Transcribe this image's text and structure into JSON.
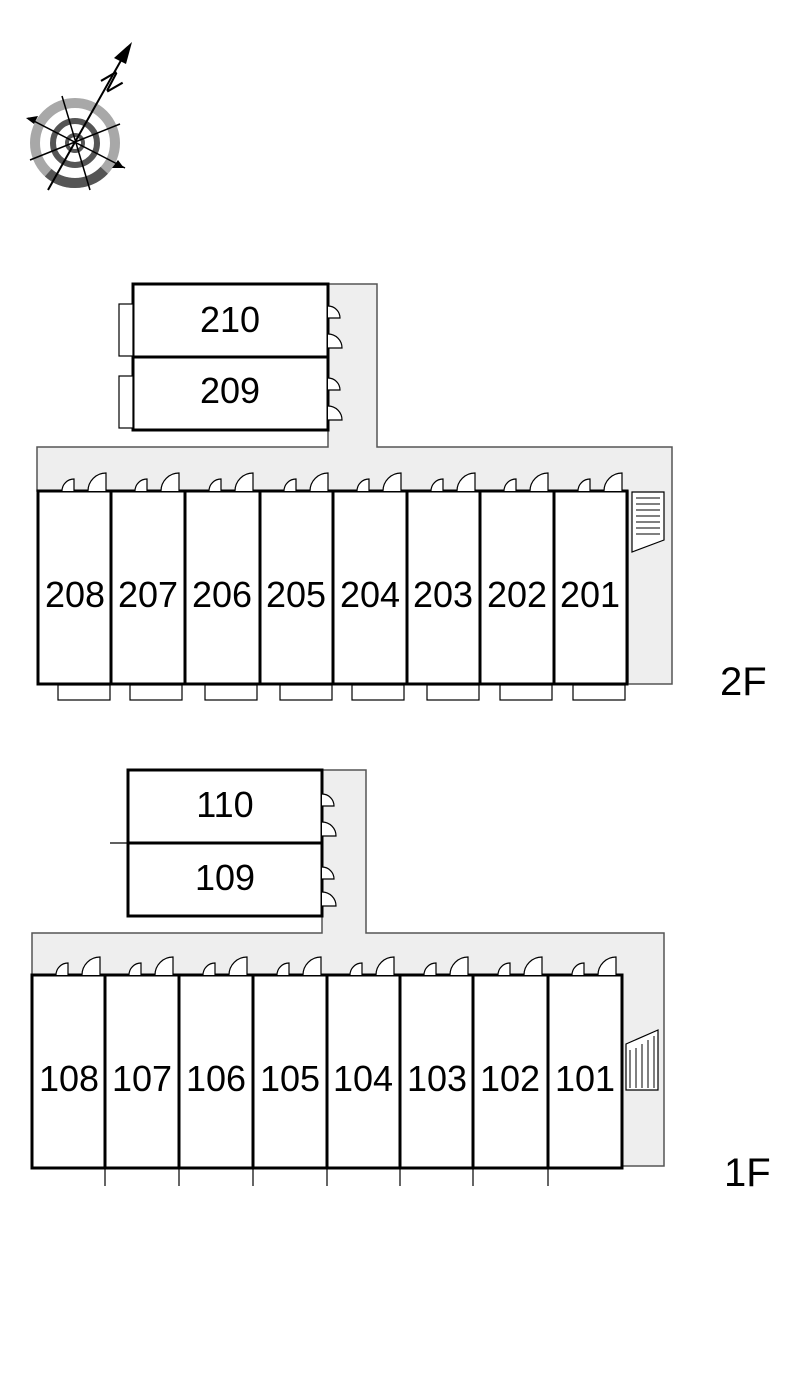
{
  "compass": {
    "icon": "compass-rose-icon",
    "north_letter": "N"
  },
  "floors": [
    {
      "label": "2F",
      "units_top": [
        "210",
        "209"
      ],
      "units_row": [
        "208",
        "207",
        "206",
        "205",
        "204",
        "203",
        "202",
        "201"
      ]
    },
    {
      "label": "1F",
      "units_top": [
        "110",
        "109"
      ],
      "units_row": [
        "108",
        "107",
        "106",
        "105",
        "104",
        "103",
        "102",
        "101"
      ]
    }
  ],
  "colors": {
    "corridor": "#eeeeee",
    "wall": "#000000",
    "compass_ring": "#999999"
  }
}
